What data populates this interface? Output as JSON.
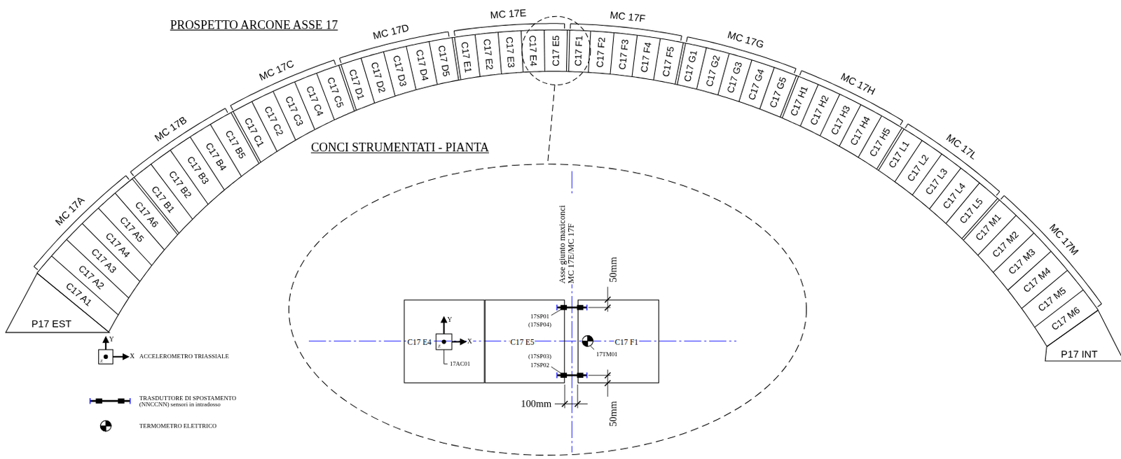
{
  "diagram": {
    "title": "PROSPETTO ARCONE ASSE 17",
    "nodes": [
      {
        "text": [
          "P17 EST"
        ]
      },
      {
        "text": [
          "C17 A1"
        ]
      },
      {
        "text": [
          "C17 A2"
        ]
      },
      {
        "text": [
          "C17 A3"
        ]
      },
      {
        "text": [
          "C17 A4"
        ]
      },
      {
        "text": [
          "C17 A5"
        ]
      },
      {
        "text": [
          "C17 A6"
        ]
      },
      {
        "text": [
          "C17 B1"
        ]
      },
      {
        "text": [
          "C17 B2"
        ]
      },
      {
        "text": [
          "C17 B3"
        ]
      },
      {
        "text": [
          "C17 B4"
        ]
      },
      {
        "text": [
          "C17 B5"
        ]
      },
      {
        "text": [
          "C17 C1"
        ]
      },
      {
        "text": [
          "C17 C2"
        ]
      },
      {
        "text": [
          "C17 C3"
        ]
      },
      {
        "text": [
          "C17 C4"
        ]
      },
      {
        "text": [
          "C17 C5"
        ]
      },
      {
        "text": [
          "C17 D1"
        ]
      },
      {
        "text": [
          "C17 D2"
        ]
      },
      {
        "text": [
          "C17 D3"
        ]
      },
      {
        "text": [
          "C17 D4"
        ]
      },
      {
        "text": [
          "C17 D5"
        ]
      },
      {
        "text": [
          "C17 E1"
        ]
      },
      {
        "text": [
          "C17 E2"
        ]
      },
      {
        "text": [
          "C17 E3"
        ]
      },
      {
        "text": [
          "C17 E4"
        ]
      },
      {
        "text": [
          "C17 E5"
        ]
      },
      {
        "text": [
          "C17 F1"
        ]
      },
      {
        "text": [
          "C17 F2"
        ]
      },
      {
        "text": [
          "C17 F3"
        ]
      },
      {
        "text": [
          "C17 F4"
        ]
      },
      {
        "text": [
          "C17 F5"
        ]
      },
      {
        "text": [
          "C17 G1"
        ]
      },
      {
        "text": [
          "C17 G2"
        ]
      },
      {
        "text": [
          "C17 G3"
        ]
      },
      {
        "text": [
          "C17 G4"
        ]
      },
      {
        "text": [
          "C17 G5"
        ]
      },
      {
        "text": [
          "C17 H1"
        ]
      },
      {
        "text": [
          "C17 H2"
        ]
      },
      {
        "text": [
          "C17 H3"
        ]
      },
      {
        "text": [
          "C17 H4"
        ]
      },
      {
        "text": [
          "C17 H5"
        ]
      },
      {
        "text": [
          "C17 L1"
        ]
      },
      {
        "text": [
          "C17 L2"
        ]
      },
      {
        "text": [
          "C17 L3"
        ]
      },
      {
        "text": [
          "C17 L4"
        ]
      },
      {
        "text": [
          "C17 L5"
        ]
      },
      {
        "text": [
          "C17 M1"
        ]
      },
      {
        "text": [
          "C17 M2"
        ]
      },
      {
        "text": [
          "C17 M3"
        ]
      },
      {
        "text": [
          "C17 M4"
        ]
      },
      {
        "text": [
          "C17 M5"
        ]
      },
      {
        "text": [
          "C17 M6"
        ]
      },
      {
        "text": [
          "P17 INT"
        ]
      },
      {
        "text": [
          "C17 E4"
        ]
      },
      {
        "text": [
          "C17 E5"
        ]
      },
      {
        "text": [
          "C17 F1"
        ]
      }
    ],
    "labels": [
      "MC 17A",
      "MC 17B",
      "MC 17C",
      "MC 17D",
      "MC 17E",
      "MC 17F",
      "MC 17G",
      "MC 17H",
      "MC 17L",
      "MC 17M",
      "CONCI STRUMENTATI - PIANTA",
      "Asse giunto maxiconci MC 17E/MC 17F",
      "17AC01",
      "17SP01",
      "(17SP04)",
      "(17SP03)",
      "17SP02",
      "17TM01",
      "50mm",
      "100mm",
      "50mm",
      "Y",
      "X",
      "Z",
      "Y",
      "X",
      "Z"
    ],
    "legend": [
      {
        "text": "ACCELEROMETRO TRIASSIALE"
      },
      {
        "text": "TRASDUTTORE DI SPOSTAMENTO (NNCCNN) sensori in intradosso"
      },
      {
        "text": "TERMOMETRO ELETTRICO"
      }
    ]
  }
}
